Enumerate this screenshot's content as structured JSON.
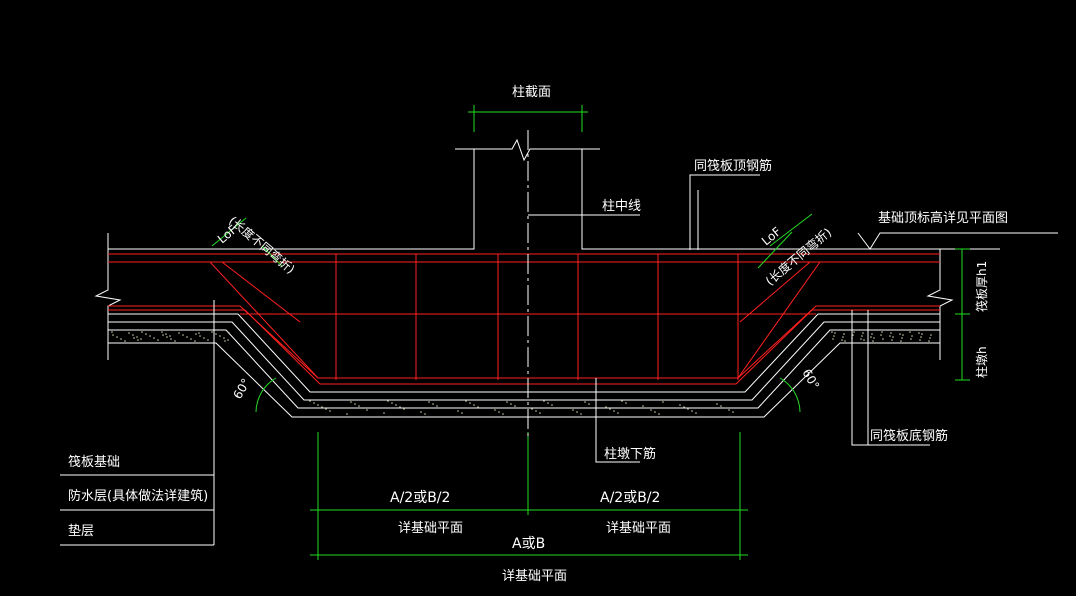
{
  "colors": {
    "background": "#000000",
    "linework": "#ffffff",
    "rebar": "#ff2020",
    "dimension": "#22dd22"
  },
  "labels": {
    "column_section": "柱截面",
    "column_center": "柱中线",
    "raft_top_rebar": "同筏板顶钢筋",
    "foundation_top_elev": "基础顶标高详见平面图",
    "raft_thickness": "筏板厚h1",
    "column_pier": "柱墩h",
    "column_pier_bottom": "柱墩下筋",
    "raft_bottom_rebar": "同筏板底钢筋",
    "lof_left": "LoF",
    "lof_right": "LoF",
    "anchor_note_left": "(长度不同弯折)",
    "anchor_note_right": "(长度不同弯折)",
    "angle_left": "60°",
    "angle_right": "60°"
  },
  "legend": {
    "items": [
      "筏板基础",
      "防水层(具体做法详建筑)",
      "垫层"
    ]
  },
  "dimensions": {
    "half_left": "A/2或B/2",
    "half_right": "A/2或B/2",
    "full": "A或B",
    "ref_left": "详基础平面",
    "ref_right": "详基础平面",
    "ref_full": "详基础平面"
  }
}
